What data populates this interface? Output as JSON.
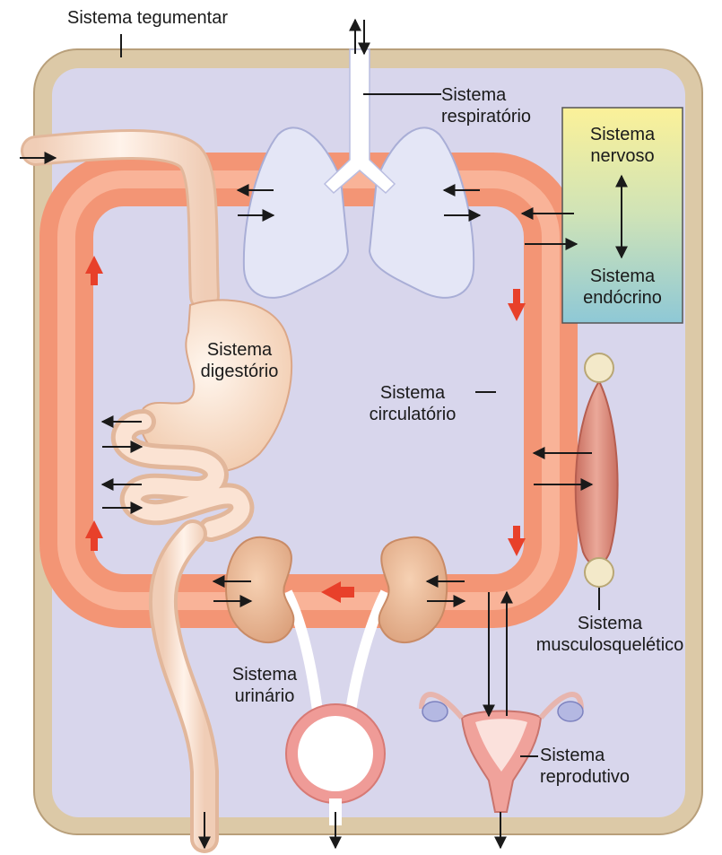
{
  "labels": {
    "integumentary": "Sistema tegumentar",
    "respiratory": [
      "Sistema",
      "respiratório"
    ],
    "nervous": [
      "Sistema",
      "nervoso"
    ],
    "endocrine": [
      "Sistema",
      "endócrino"
    ],
    "digestive": [
      "Sistema",
      "digestório"
    ],
    "circulatory": [
      "Sistema",
      "circulatório"
    ],
    "musculoskeletal": [
      "Sistema",
      "musculosquelético"
    ],
    "urinary": [
      "Sistema",
      "urinário"
    ],
    "reproductive": [
      "Sistema",
      "reprodutivo"
    ]
  },
  "colors": {
    "skin_border": "#dcc9a7",
    "interior": "#d8d6ec",
    "circulatory": "#f79a7a",
    "flow_arrow": "#e8402a",
    "lungs": "#e4e6f6",
    "digestive": "#f7dcc9",
    "kidney": "#e9b48d",
    "bladder": "#ef9b97",
    "muscle": "#d98575",
    "uterus": "#f0a29b",
    "nerve_gradient_top": "#fbf199",
    "nerve_gradient_bottom": "#8ec8d6"
  }
}
